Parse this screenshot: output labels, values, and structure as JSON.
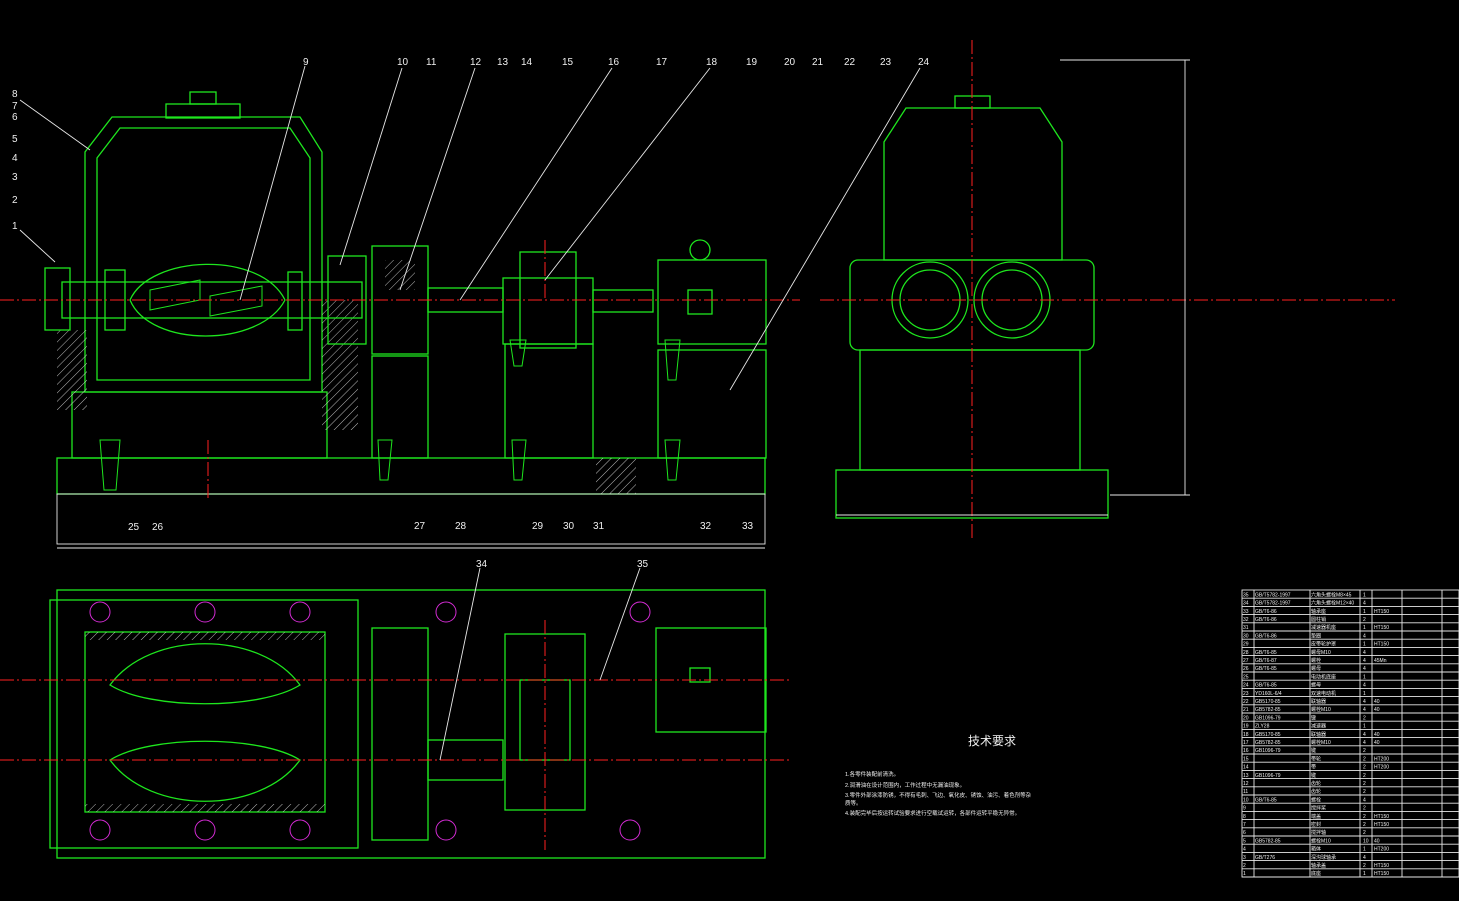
{
  "drawing": {
    "callouts_top": [
      "9",
      "10",
      "11",
      "12",
      "13",
      "14",
      "15",
      "16",
      "17",
      "18",
      "19",
      "20",
      "21",
      "22",
      "23",
      "24"
    ],
    "callouts_left": [
      "8",
      "7",
      "6",
      "5",
      "4",
      "3",
      "2",
      "1"
    ],
    "callouts_bottom": [
      "25",
      "26",
      "27",
      "28",
      "29",
      "30",
      "31",
      "32",
      "33"
    ],
    "callouts_plan": [
      "34",
      "35"
    ],
    "tech_title": "技术要求",
    "tech_notes": [
      "1.各零件装配前清洗。",
      "2.润滑油在设计范围内，工作过程中无漏油现象。",
      "3.零件外部涂漆防锈，不得有毛刺、飞边、氧化皮、锈蚀、油污、着色剂等杂",
      "  质等。",
      "4.装配完毕后按运转试验要求进行空载试运转，各部件运转平稳无异常。"
    ],
    "bom": [
      {
        "no": "35",
        "code": "GB/T5782-1997",
        "name": "六角头螺栓M8×45",
        "qty": "1",
        "material": ""
      },
      {
        "no": "34",
        "code": "GB/T5782-1997",
        "name": "六角头螺栓M12×40",
        "qty": "4",
        "material": ""
      },
      {
        "no": "33",
        "code": "GB/T6-86",
        "name": "轴承座",
        "qty": "1",
        "material": "HT150"
      },
      {
        "no": "32",
        "code": "GB/T6-86",
        "name": "圆柱销",
        "qty": "2",
        "material": ""
      },
      {
        "no": "31",
        "code": "",
        "name": "减速器机座",
        "qty": "1",
        "material": "HT150"
      },
      {
        "no": "30",
        "code": "GB/T6-86",
        "name": "垫圈",
        "qty": "4",
        "material": ""
      },
      {
        "no": "29",
        "code": "",
        "name": "皮带轮护罩",
        "qty": "1",
        "material": "HT150"
      },
      {
        "no": "28",
        "code": "GB/T6-85",
        "name": "螺母M10",
        "qty": "4",
        "material": ""
      },
      {
        "no": "27",
        "code": "GB/T6-87",
        "name": "螺栓",
        "qty": "4",
        "material": "45Mn"
      },
      {
        "no": "26",
        "code": "GB/T6-85",
        "name": "螺母",
        "qty": "4",
        "material": ""
      },
      {
        "no": "25",
        "code": "",
        "name": "电动机底座",
        "qty": "1",
        "material": ""
      },
      {
        "no": "24",
        "code": "GB/T6-85",
        "name": "螺母",
        "qty": "4",
        "material": ""
      },
      {
        "no": "23",
        "code": "YD160L-6/4",
        "name": "双速电动机",
        "qty": "1",
        "material": ""
      },
      {
        "no": "22",
        "code": "GB5170-85",
        "name": "联轴器",
        "qty": "4",
        "material": "40"
      },
      {
        "no": "21",
        "code": "GB5782-85",
        "name": "螺栓M10",
        "qty": "4",
        "material": "40"
      },
      {
        "no": "20",
        "code": "GB1096-79",
        "name": "键",
        "qty": "2",
        "material": ""
      },
      {
        "no": "19",
        "code": "ZLY28",
        "name": "减速器",
        "qty": "1",
        "material": ""
      },
      {
        "no": "18",
        "code": "GB5170-85",
        "name": "联轴器",
        "qty": "4",
        "material": "40"
      },
      {
        "no": "17",
        "code": "GB5782-85",
        "name": "螺栓M10",
        "qty": "4",
        "material": "40"
      },
      {
        "no": "16",
        "code": "GB1096-79",
        "name": "键",
        "qty": "2",
        "material": ""
      },
      {
        "no": "15",
        "code": "",
        "name": "带轮",
        "qty": "2",
        "material": "HT200"
      },
      {
        "no": "14",
        "code": "",
        "name": "带",
        "qty": "2",
        "material": "HT200"
      },
      {
        "no": "13",
        "code": "GB1096-79",
        "name": "键",
        "qty": "2",
        "material": ""
      },
      {
        "no": "12",
        "code": "",
        "name": "齿轮",
        "qty": "2",
        "material": ""
      },
      {
        "no": "11",
        "code": "",
        "name": "齿轮",
        "qty": "2",
        "material": ""
      },
      {
        "no": "10",
        "code": "GB/T6-85",
        "name": "螺栓",
        "qty": "4",
        "material": ""
      },
      {
        "no": "9",
        "code": "",
        "name": "搅拌桨",
        "qty": "2",
        "material": ""
      },
      {
        "no": "8",
        "code": "",
        "name": "端盖",
        "qty": "2",
        "material": "HT150"
      },
      {
        "no": "7",
        "code": "",
        "name": "密封",
        "qty": "2",
        "material": "HT150"
      },
      {
        "no": "6",
        "code": "",
        "name": "搅拌轴",
        "qty": "2",
        "material": ""
      },
      {
        "no": "5",
        "code": "GB5782-85",
        "name": "螺栓M10",
        "qty": "10",
        "material": "40"
      },
      {
        "no": "4",
        "code": "",
        "name": "箱体",
        "qty": "1",
        "material": "HT200"
      },
      {
        "no": "3",
        "code": "GB/T276",
        "name": "深沟球轴承",
        "qty": "4",
        "material": ""
      },
      {
        "no": "2",
        "code": "",
        "name": "轴承盖",
        "qty": "2",
        "material": "HT150"
      },
      {
        "no": "1",
        "code": "",
        "name": "底座",
        "qty": "1",
        "material": "HT150"
      }
    ]
  }
}
